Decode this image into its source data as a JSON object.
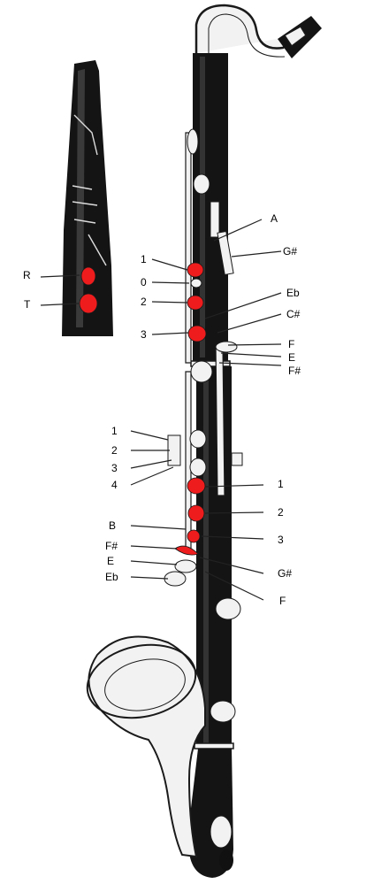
{
  "colors": {
    "body": "#141414",
    "metal": "#f2f2f2",
    "outline": "#1a1a1a",
    "pressed": "#ee1c1c",
    "leader": "#222222"
  },
  "inset": {
    "labels": {
      "register": "R",
      "thumb": "T"
    },
    "pressed": [
      "register",
      "thumb"
    ]
  },
  "labels": {
    "upper_left": [
      "1",
      "0",
      "2",
      "3"
    ],
    "upper_right": [
      "A",
      "G#",
      "Eb",
      "C#",
      "F",
      "E",
      "F#"
    ],
    "lower_left": [
      "1",
      "2",
      "3",
      "4",
      "B",
      "F#",
      "E",
      "Eb"
    ],
    "lower_right": [
      "1",
      "2",
      "3",
      "G#",
      "F"
    ]
  },
  "pressed_keys": [
    "upper-1",
    "upper-2",
    "upper-3",
    "lower-1",
    "lower-2",
    "lower-3",
    "F#-key"
  ]
}
